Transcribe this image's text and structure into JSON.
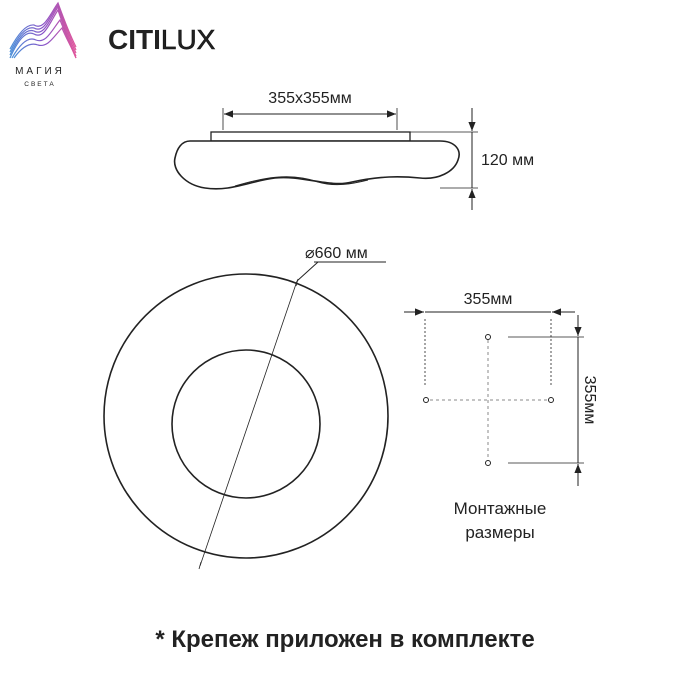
{
  "brand": {
    "logo_primary": "МАГИЯ",
    "logo_secondary": "СВЕТА",
    "manufacturer_a": "CITI",
    "manufacturer_b": "LUX"
  },
  "side_view": {
    "width_label": "355x355мм",
    "height_label": "120 мм"
  },
  "top_view": {
    "diameter_label": "⌀660 мм"
  },
  "mounting": {
    "width_label": "355мм",
    "height_label": "355мм",
    "caption_line1": "Монтажные",
    "caption_line2": "размеры"
  },
  "footer": {
    "note": "* Крепеж приложен в комплекте"
  },
  "colors": {
    "line": "#222222",
    "guide": "#8a8a8a",
    "logo_pink": "#e0559a",
    "logo_purple": "#8a54c8",
    "logo_blue": "#4a8fd8"
  }
}
